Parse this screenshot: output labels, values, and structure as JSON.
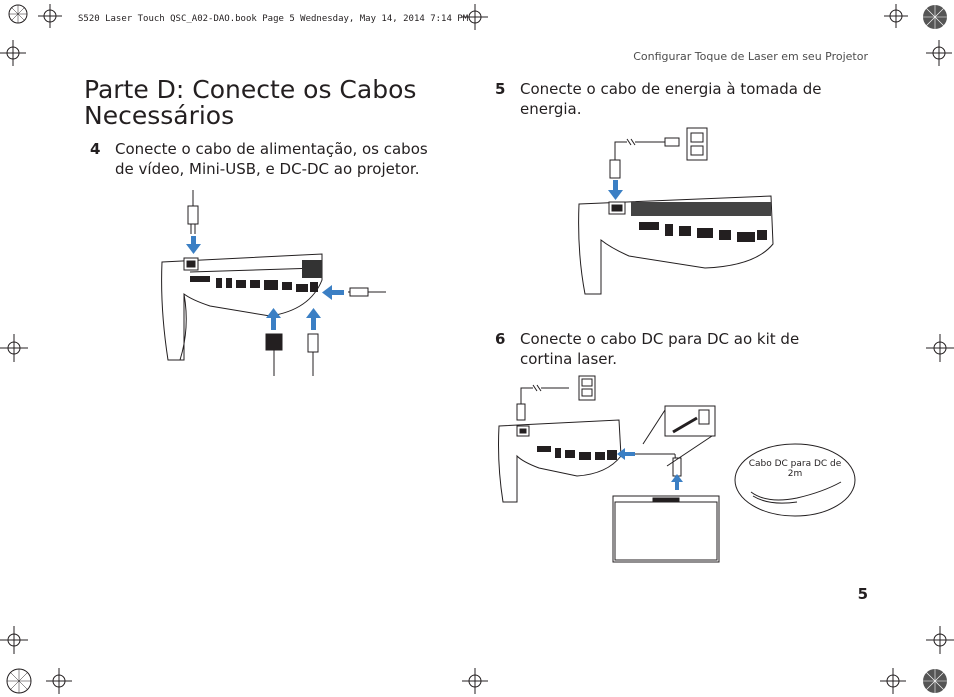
{
  "print_header": "S520 Laser Touch QSC_A02-DAO.book  Page 5  Wednesday, May 14, 2014  7:14 PM",
  "running_head": "Configurar Toque de Laser em seu Projetor",
  "section_title": "Parte D: Conecte os Cabos Necessários",
  "section_title_lines": [
    "Parte D: Conecte os Cabos",
    "Necessários"
  ],
  "steps": [
    {
      "number": "4",
      "lines": [
        "Conecte o cabo de alimentação, os cabos",
        "de vídeo, Mini-USB, e DC-DC ao projetor."
      ]
    },
    {
      "number": "5",
      "lines": [
        "Conecte o cabo de energia à tomada de",
        "energia."
      ]
    },
    {
      "number": "6",
      "lines": [
        "Conecte o cabo DC para DC ao kit de",
        "cortina laser."
      ]
    }
  ],
  "cable_label_lines": [
    "Cabo DC para DC de",
    "2m"
  ],
  "page_number": "5",
  "colors": {
    "arrow": "#3b7fc4",
    "text": "#231f20",
    "line": "#231f20",
    "hatch": "#555555"
  }
}
